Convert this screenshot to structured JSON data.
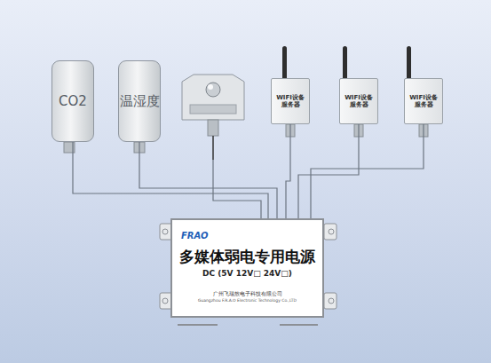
{
  "diagram": {
    "nodes": [
      {
        "text": [
          "CO2"
        ]
      },
      {
        "text": [
          "温湿度"
        ]
      },
      {
        "text": [
          "WIFI设备",
          "服务器"
        ]
      },
      {
        "text": [
          "WIFI设备",
          "服务器"
        ]
      },
      {
        "text": [
          "WIFI设备",
          "服务器"
        ]
      },
      {
        "text": [
          "FRAO",
          "多媒体弱电专用电源",
          "DC (5V 12V□ 24V□)",
          "广州飞瑞敖电子科技有限公司",
          "Guangzhou F.R.A.O Electronic Technology Co.,LTD"
        ]
      }
    ],
    "edges": [
      {
        "from": 0,
        "to": 5,
        "arrow": "none"
      },
      {
        "from": 1,
        "to": 5,
        "arrow": "none"
      },
      {
        "from": 2,
        "to": 5,
        "arrow": "none"
      },
      {
        "from": 3,
        "to": 5,
        "arrow": "none"
      },
      {
        "from": 4,
        "to": 5,
        "arrow": "none"
      }
    ]
  }
}
